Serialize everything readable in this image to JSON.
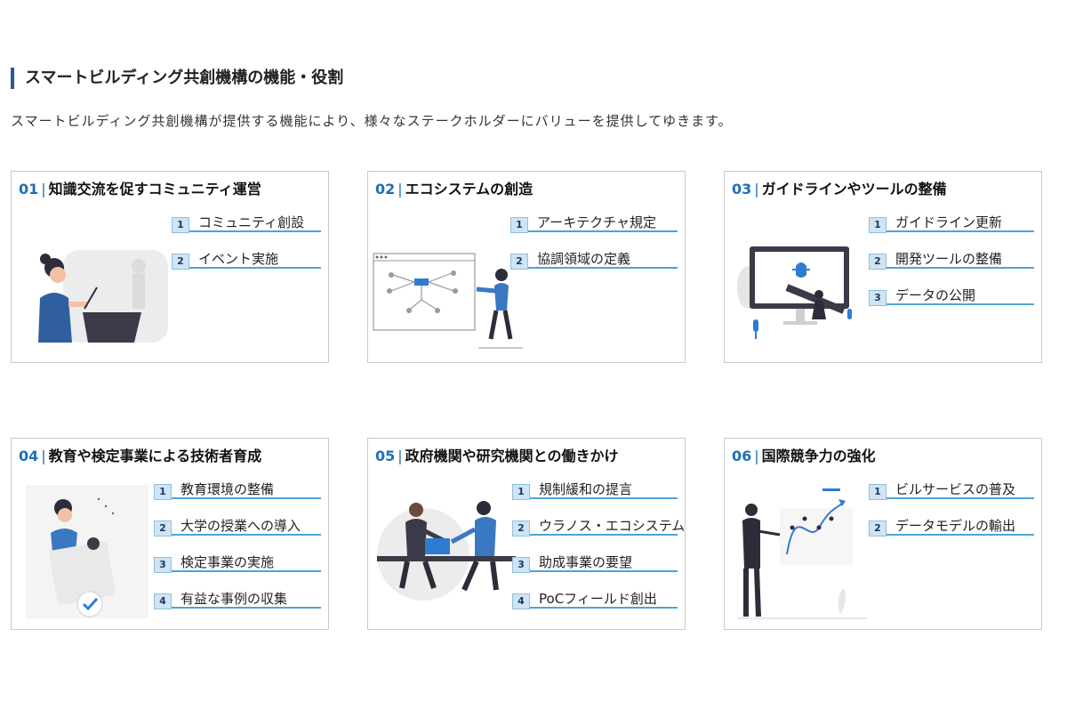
{
  "section": {
    "title": "スマートビルディング共創機構の機能・役割",
    "description": "スマートビルディング共創機構が提供する機能により、様々なステークホルダーにバリューを提供してゆきます。"
  },
  "cards": [
    {
      "num": "01",
      "title": "知識交流を促すコミュニティ運営",
      "items": [
        {
          "n": "1",
          "label": "コミュニティ創設"
        },
        {
          "n": "2",
          "label": "イベント実施"
        }
      ]
    },
    {
      "num": "02",
      "title": "エコシステムの創造",
      "items": [
        {
          "n": "1",
          "label": "アーキテクチャ規定"
        },
        {
          "n": "2",
          "label": "協調領域の定義"
        }
      ]
    },
    {
      "num": "03",
      "title": "ガイドラインやツールの整備",
      "items": [
        {
          "n": "1",
          "label": "ガイドライン更新"
        },
        {
          "n": "2",
          "label": "開発ツールの整備"
        },
        {
          "n": "3",
          "label": "データの公開"
        }
      ]
    },
    {
      "num": "04",
      "title": "教育や検定事業による技術者育成",
      "items": [
        {
          "n": "1",
          "label": "教育環境の整備"
        },
        {
          "n": "2",
          "label": "大学の授業への導入"
        },
        {
          "n": "3",
          "label": "検定事業の実施"
        },
        {
          "n": "4",
          "label": "有益な事例の収集"
        }
      ]
    },
    {
      "num": "05",
      "title": "政府機関や研究機関との働きかけ",
      "items": [
        {
          "n": "1",
          "label": "規制緩和の提言"
        },
        {
          "n": "2",
          "label": "ウラノス・エコシステム連携"
        },
        {
          "n": "3",
          "label": "助成事業の要望"
        },
        {
          "n": "4",
          "label": "PoCフィールド創出"
        }
      ]
    },
    {
      "num": "06",
      "title": "国際競争力の強化",
      "items": [
        {
          "n": "1",
          "label": "ビルサービスの普及"
        },
        {
          "n": "2",
          "label": "データモデルの輸出"
        }
      ]
    }
  ]
}
